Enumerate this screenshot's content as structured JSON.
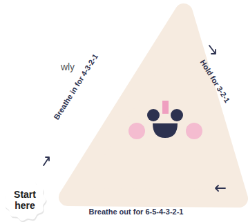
{
  "diagram": {
    "nodes": [
      {
        "text": [
          "Start here"
        ]
      }
    ],
    "labels": [
      "wly",
      "Breathe in for 4-3-2-1",
      "Hold for 3-2-1",
      "Breathe out for 6-5-4-3-2-1"
    ]
  }
}
